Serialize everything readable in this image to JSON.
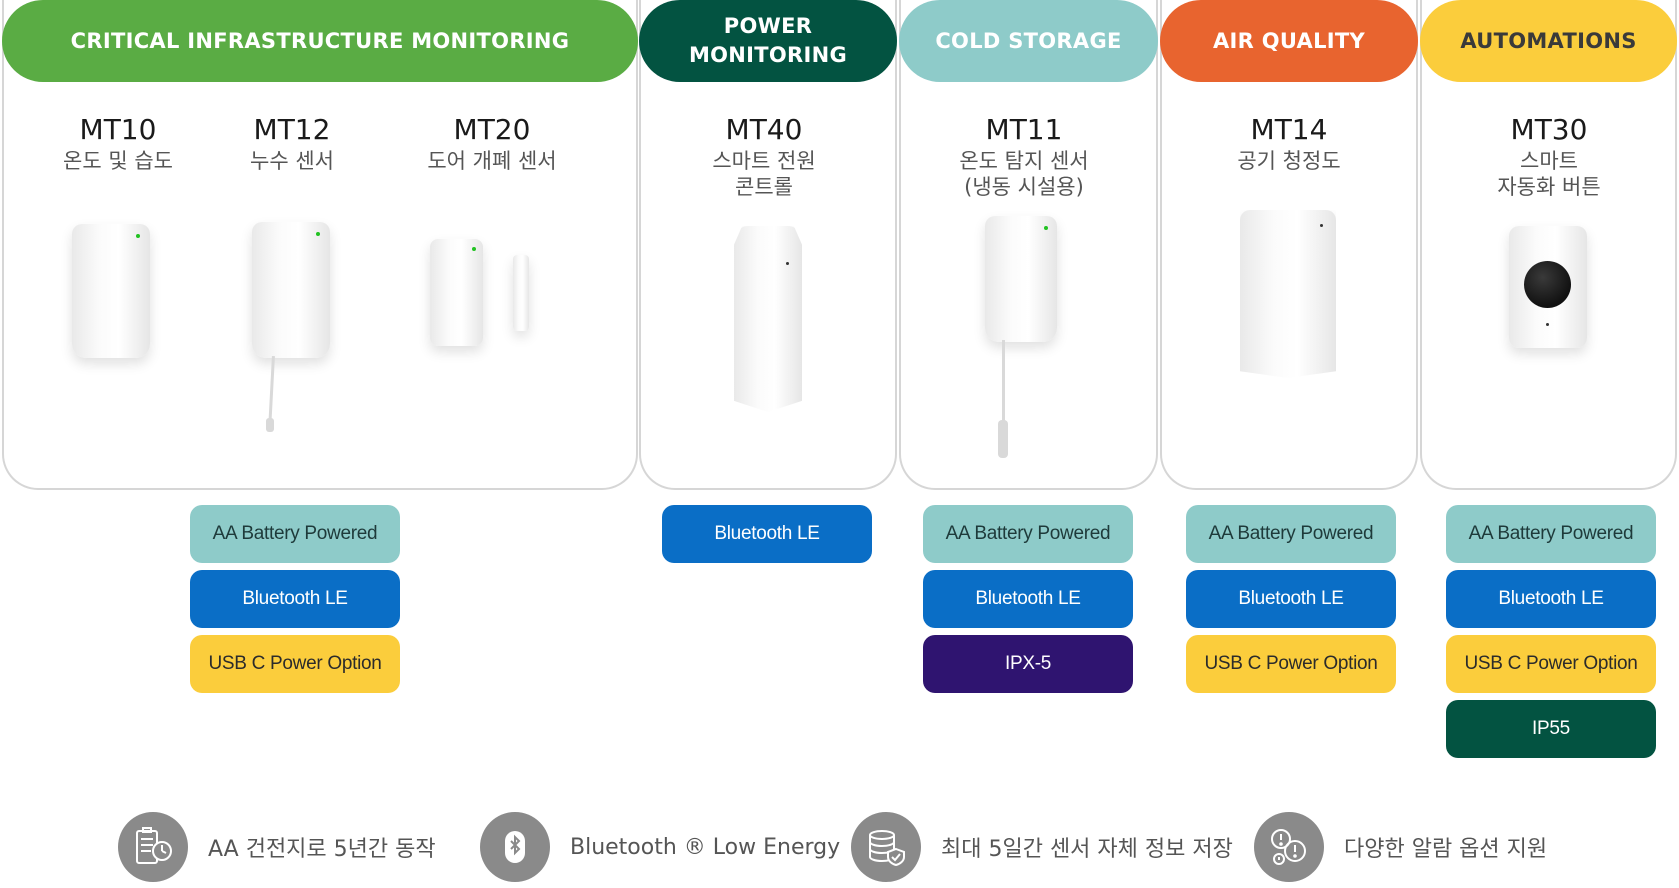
{
  "sections": {
    "critical": {
      "title": "CRITICAL INFRASTRUCTURE MONITORING",
      "color": "#5aac44"
    },
    "power": {
      "title_line1": "POWER",
      "title_line2": "MONITORING",
      "color": "#035341"
    },
    "cold": {
      "title": "COLD STORAGE",
      "color": "#8ecbc9"
    },
    "air": {
      "title": "AIR QUALITY",
      "color": "#e8642f"
    },
    "automations": {
      "title": "AUTOMATIONS",
      "color": "#fbcd3c"
    }
  },
  "products": {
    "mt10": {
      "model": "MT10",
      "desc_line1": "온도 및 습도"
    },
    "mt12": {
      "model": "MT12",
      "desc_line1": "누수 센서"
    },
    "mt20": {
      "model": "MT20",
      "desc_line1": "도어 개폐 센서"
    },
    "mt40": {
      "model": "MT40",
      "desc_line1": "스마트 전원",
      "desc_line2": "콘트롤"
    },
    "mt11": {
      "model": "MT11",
      "desc_line1": "온도 탐지 센서",
      "desc_line2": "(냉동 시설용)"
    },
    "mt14": {
      "model": "MT14",
      "desc_line1": "공기 청정도"
    },
    "mt30": {
      "model": "MT30",
      "desc_line1": "스마트",
      "desc_line2": "자동화 버튼"
    }
  },
  "tags": {
    "battery": "AA Battery Powered",
    "ble": "Bluetooth LE",
    "usb": "USB C Power Option",
    "ipx5": "IPX-5",
    "ip55": "IP55"
  },
  "features": {
    "battery_life": {
      "text": "AA 건전지로 5년간 동작",
      "icon": "battery-timer-icon"
    },
    "bluetooth": {
      "text": "Bluetooth ® Low Energy",
      "icon": "bluetooth-icon"
    },
    "storage": {
      "text": "최대 5일간 센서 자체 정보 저장",
      "icon": "database-shield-icon"
    },
    "alarm": {
      "text": "다양한 알람 옵션 지원",
      "icon": "alert-icon"
    }
  }
}
